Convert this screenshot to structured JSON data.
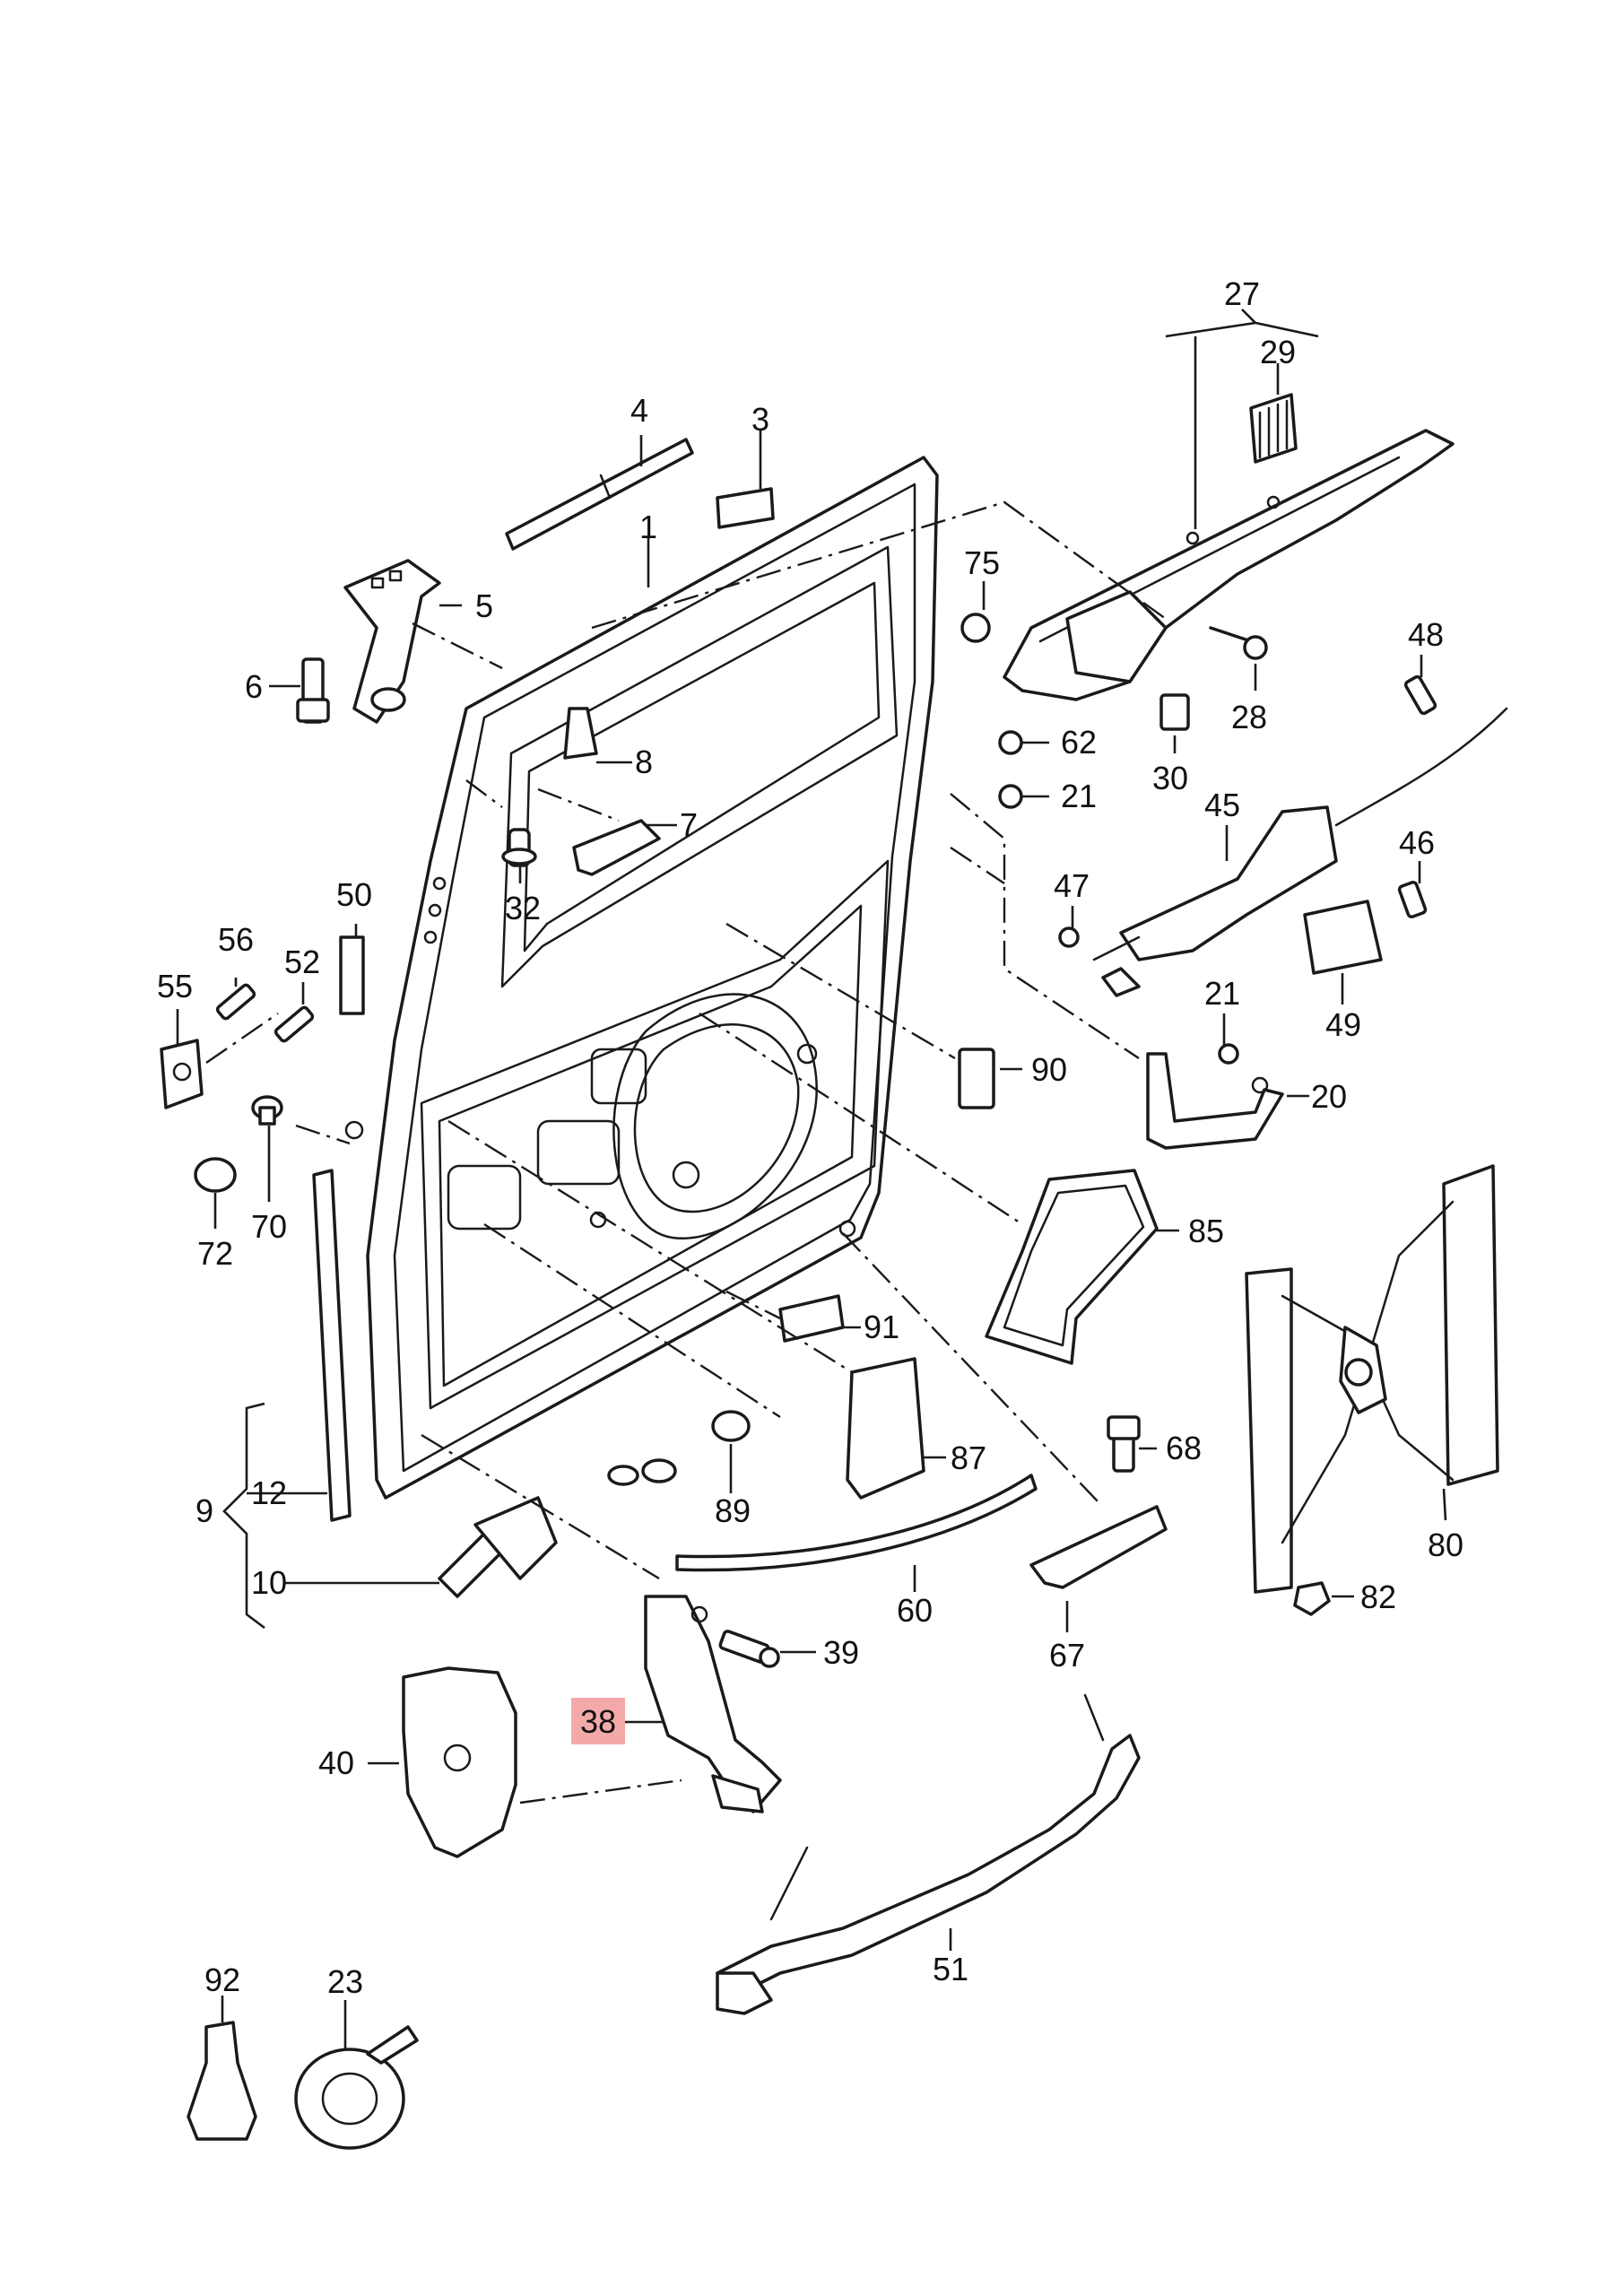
{
  "callouts": {
    "c1": "1",
    "c3": "3",
    "c4": "4",
    "c5": "5",
    "c6": "6",
    "c7": "7",
    "c8": "8",
    "c9": "9",
    "c10": "10",
    "c12": "12",
    "c20": "20",
    "c21a": "21",
    "c21b": "21",
    "c23": "23",
    "c27": "27",
    "c28": "28",
    "c29": "29",
    "c30": "30",
    "c32": "32",
    "c38": "38",
    "c39": "39",
    "c40": "40",
    "c45": "45",
    "c46": "46",
    "c47": "47",
    "c48": "48",
    "c49": "49",
    "c50": "50",
    "c51": "51",
    "c52": "52",
    "c55": "55",
    "c56": "56",
    "c60": "60",
    "c62": "62",
    "c67": "67",
    "c68": "68",
    "c70": "70",
    "c72": "72",
    "c75": "75",
    "c80": "80",
    "c82": "82",
    "c85": "85",
    "c87": "87",
    "c89": "89",
    "c90": "90",
    "c91": "91",
    "c92": "92"
  },
  "highlight": {
    "callout": "38",
    "color": "#f4a9a9"
  }
}
